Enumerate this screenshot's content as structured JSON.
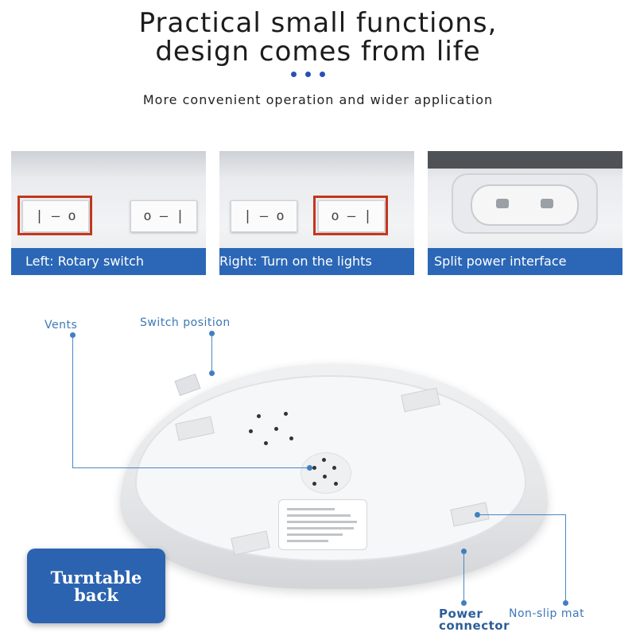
{
  "header": {
    "title_line1": "Practical small functions,",
    "title_line2": "design comes from life",
    "subtitle": "More convenient operation and wider application"
  },
  "panels": [
    {
      "caption": "Left: Rotary switch",
      "switch_left": "| — o",
      "switch_right": "o — |"
    },
    {
      "caption": "Right: Turn on the lights",
      "switch_left": "| — o",
      "switch_right": "o — |"
    },
    {
      "caption": "Split power interface"
    }
  ],
  "annotations": {
    "vents": "Vents",
    "switch_position": "Switch position",
    "power_connector_line1": "Power",
    "power_connector_line2": "connector",
    "non_slip_mat": "Non-slip mat"
  },
  "badge": {
    "line1": "Turntable",
    "line2": "back"
  },
  "colors": {
    "accent_blue": "#2b67b6",
    "highlight_red": "#c4361d",
    "annotation_blue": "#3c78b5"
  }
}
